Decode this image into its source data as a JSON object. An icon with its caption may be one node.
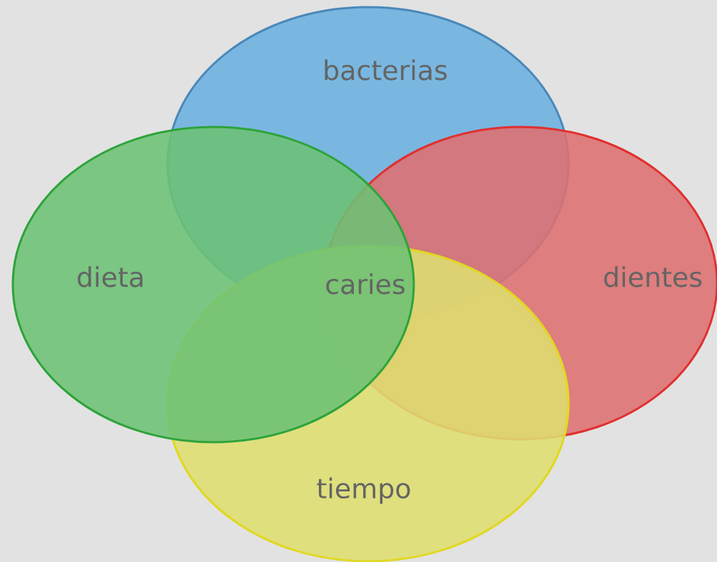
{
  "diagram": {
    "nodes": [
      {
        "text": [
          "bacterias"
        ]
      },
      {
        "text": [
          "dientes"
        ]
      },
      {
        "text": [
          "tiempo"
        ]
      },
      {
        "text": [
          "dieta"
        ]
      }
    ],
    "labels": [
      "caries"
    ]
  }
}
